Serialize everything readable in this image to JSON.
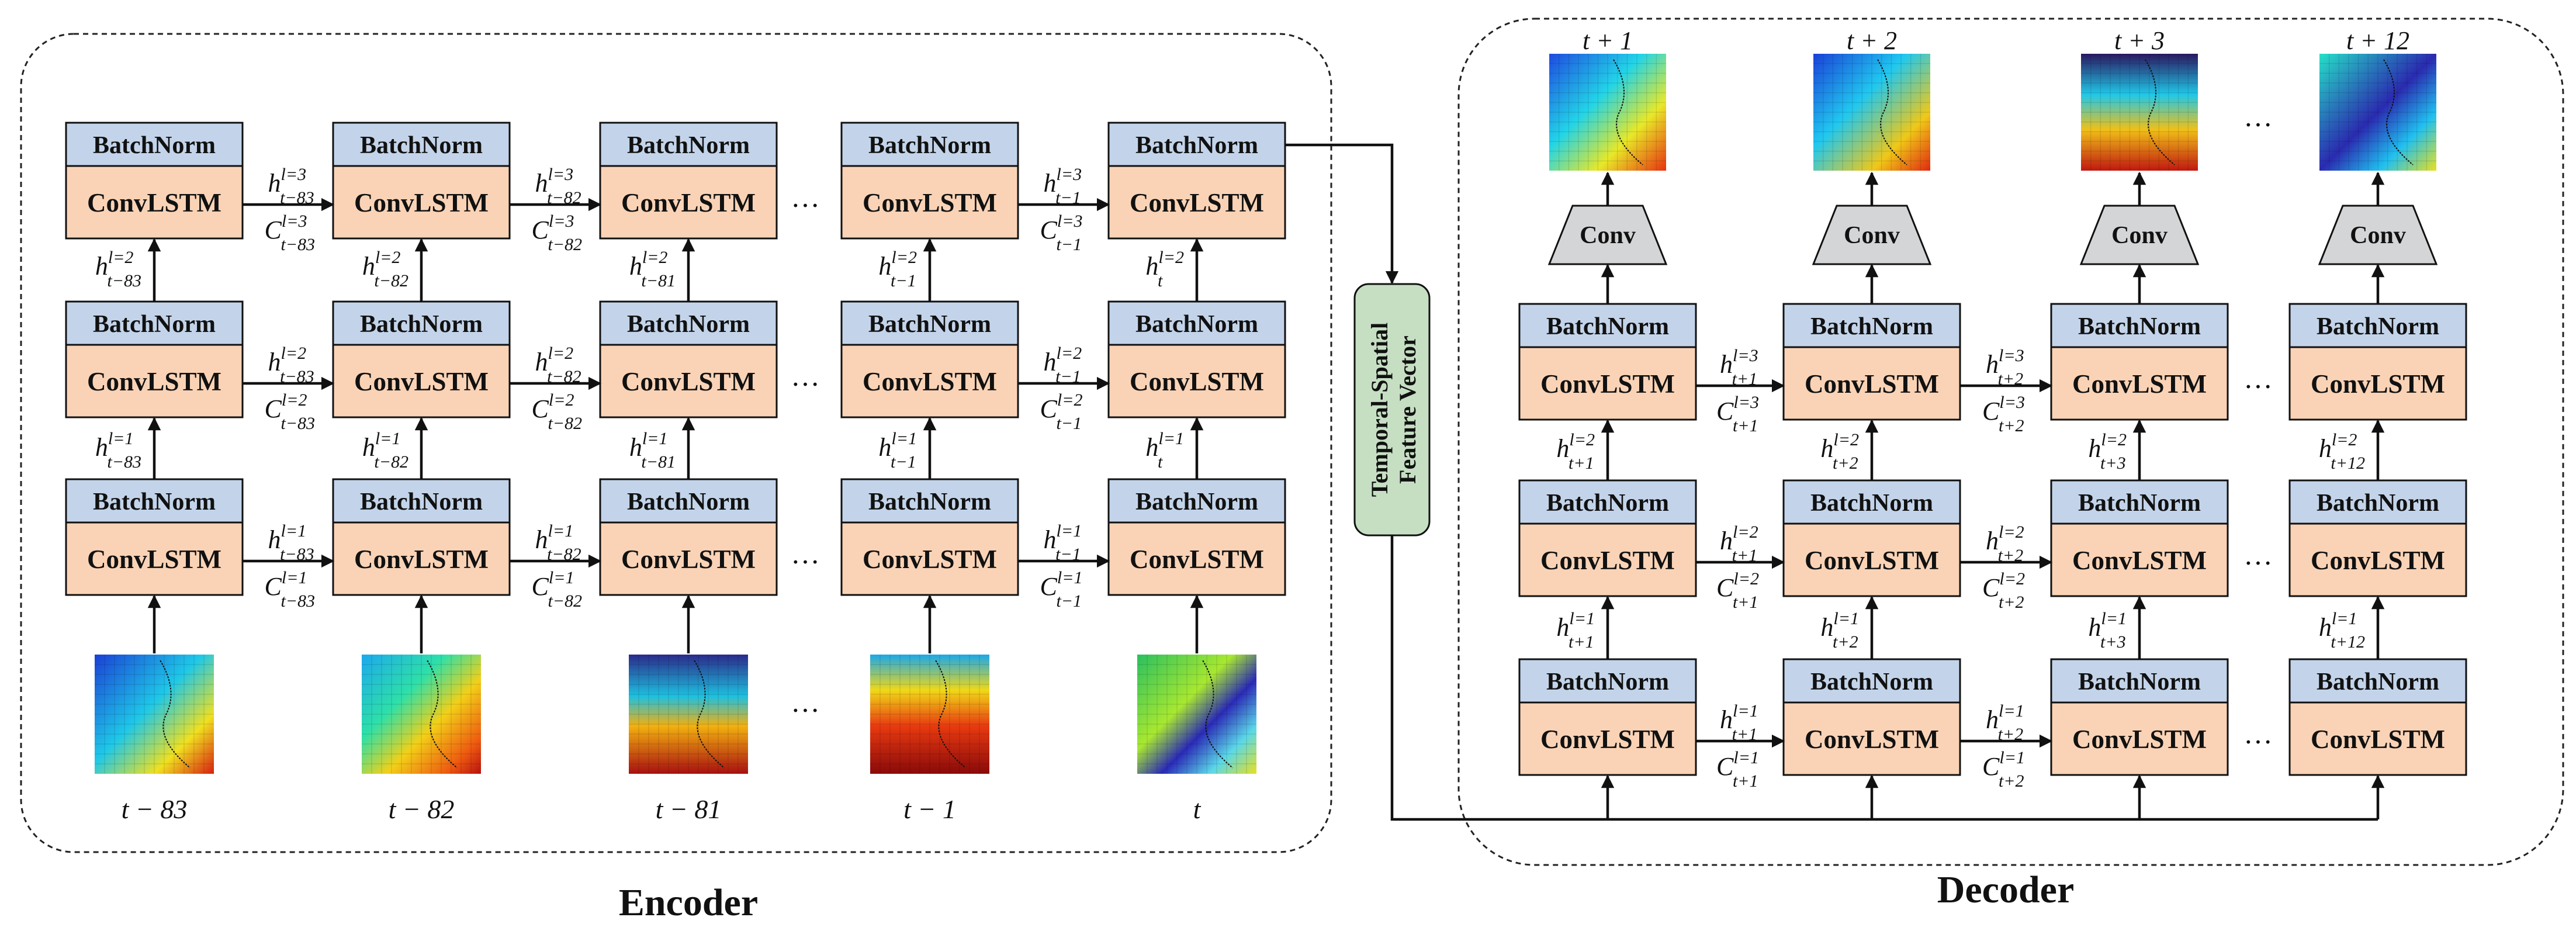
{
  "titles": {
    "encoder": "Encoder",
    "decoder": "Decoder"
  },
  "block": {
    "batchnorm": "BatchNorm",
    "convlstm": "ConvLSTM",
    "conv": "Conv"
  },
  "ellipsis": "···",
  "feature_vector": [
    "Temporal-Spatial",
    "Feature Vector"
  ],
  "encoder": {
    "time_labels": [
      "t − 83",
      "t − 82",
      "t − 81",
      "t − 1",
      "t"
    ],
    "subscripts": [
      "t−83",
      "t−82",
      "t−81",
      "t−1",
      "t"
    ]
  },
  "decoder": {
    "time_labels": [
      "t + 1",
      "t + 2",
      "t + 3",
      "t + 12"
    ],
    "subscripts": [
      "t+1",
      "t+2",
      "t+3",
      "t+12"
    ]
  },
  "superscripts": {
    "l1": "l=1",
    "l2": "l=2",
    "l3": "l=3"
  },
  "colors": {
    "batchnorm": "#c3d4ea",
    "convlstm": "#fad3b6",
    "conv": "#d4d5d7",
    "feature_vector": "#c6dfc3",
    "stroke": "#111111"
  }
}
